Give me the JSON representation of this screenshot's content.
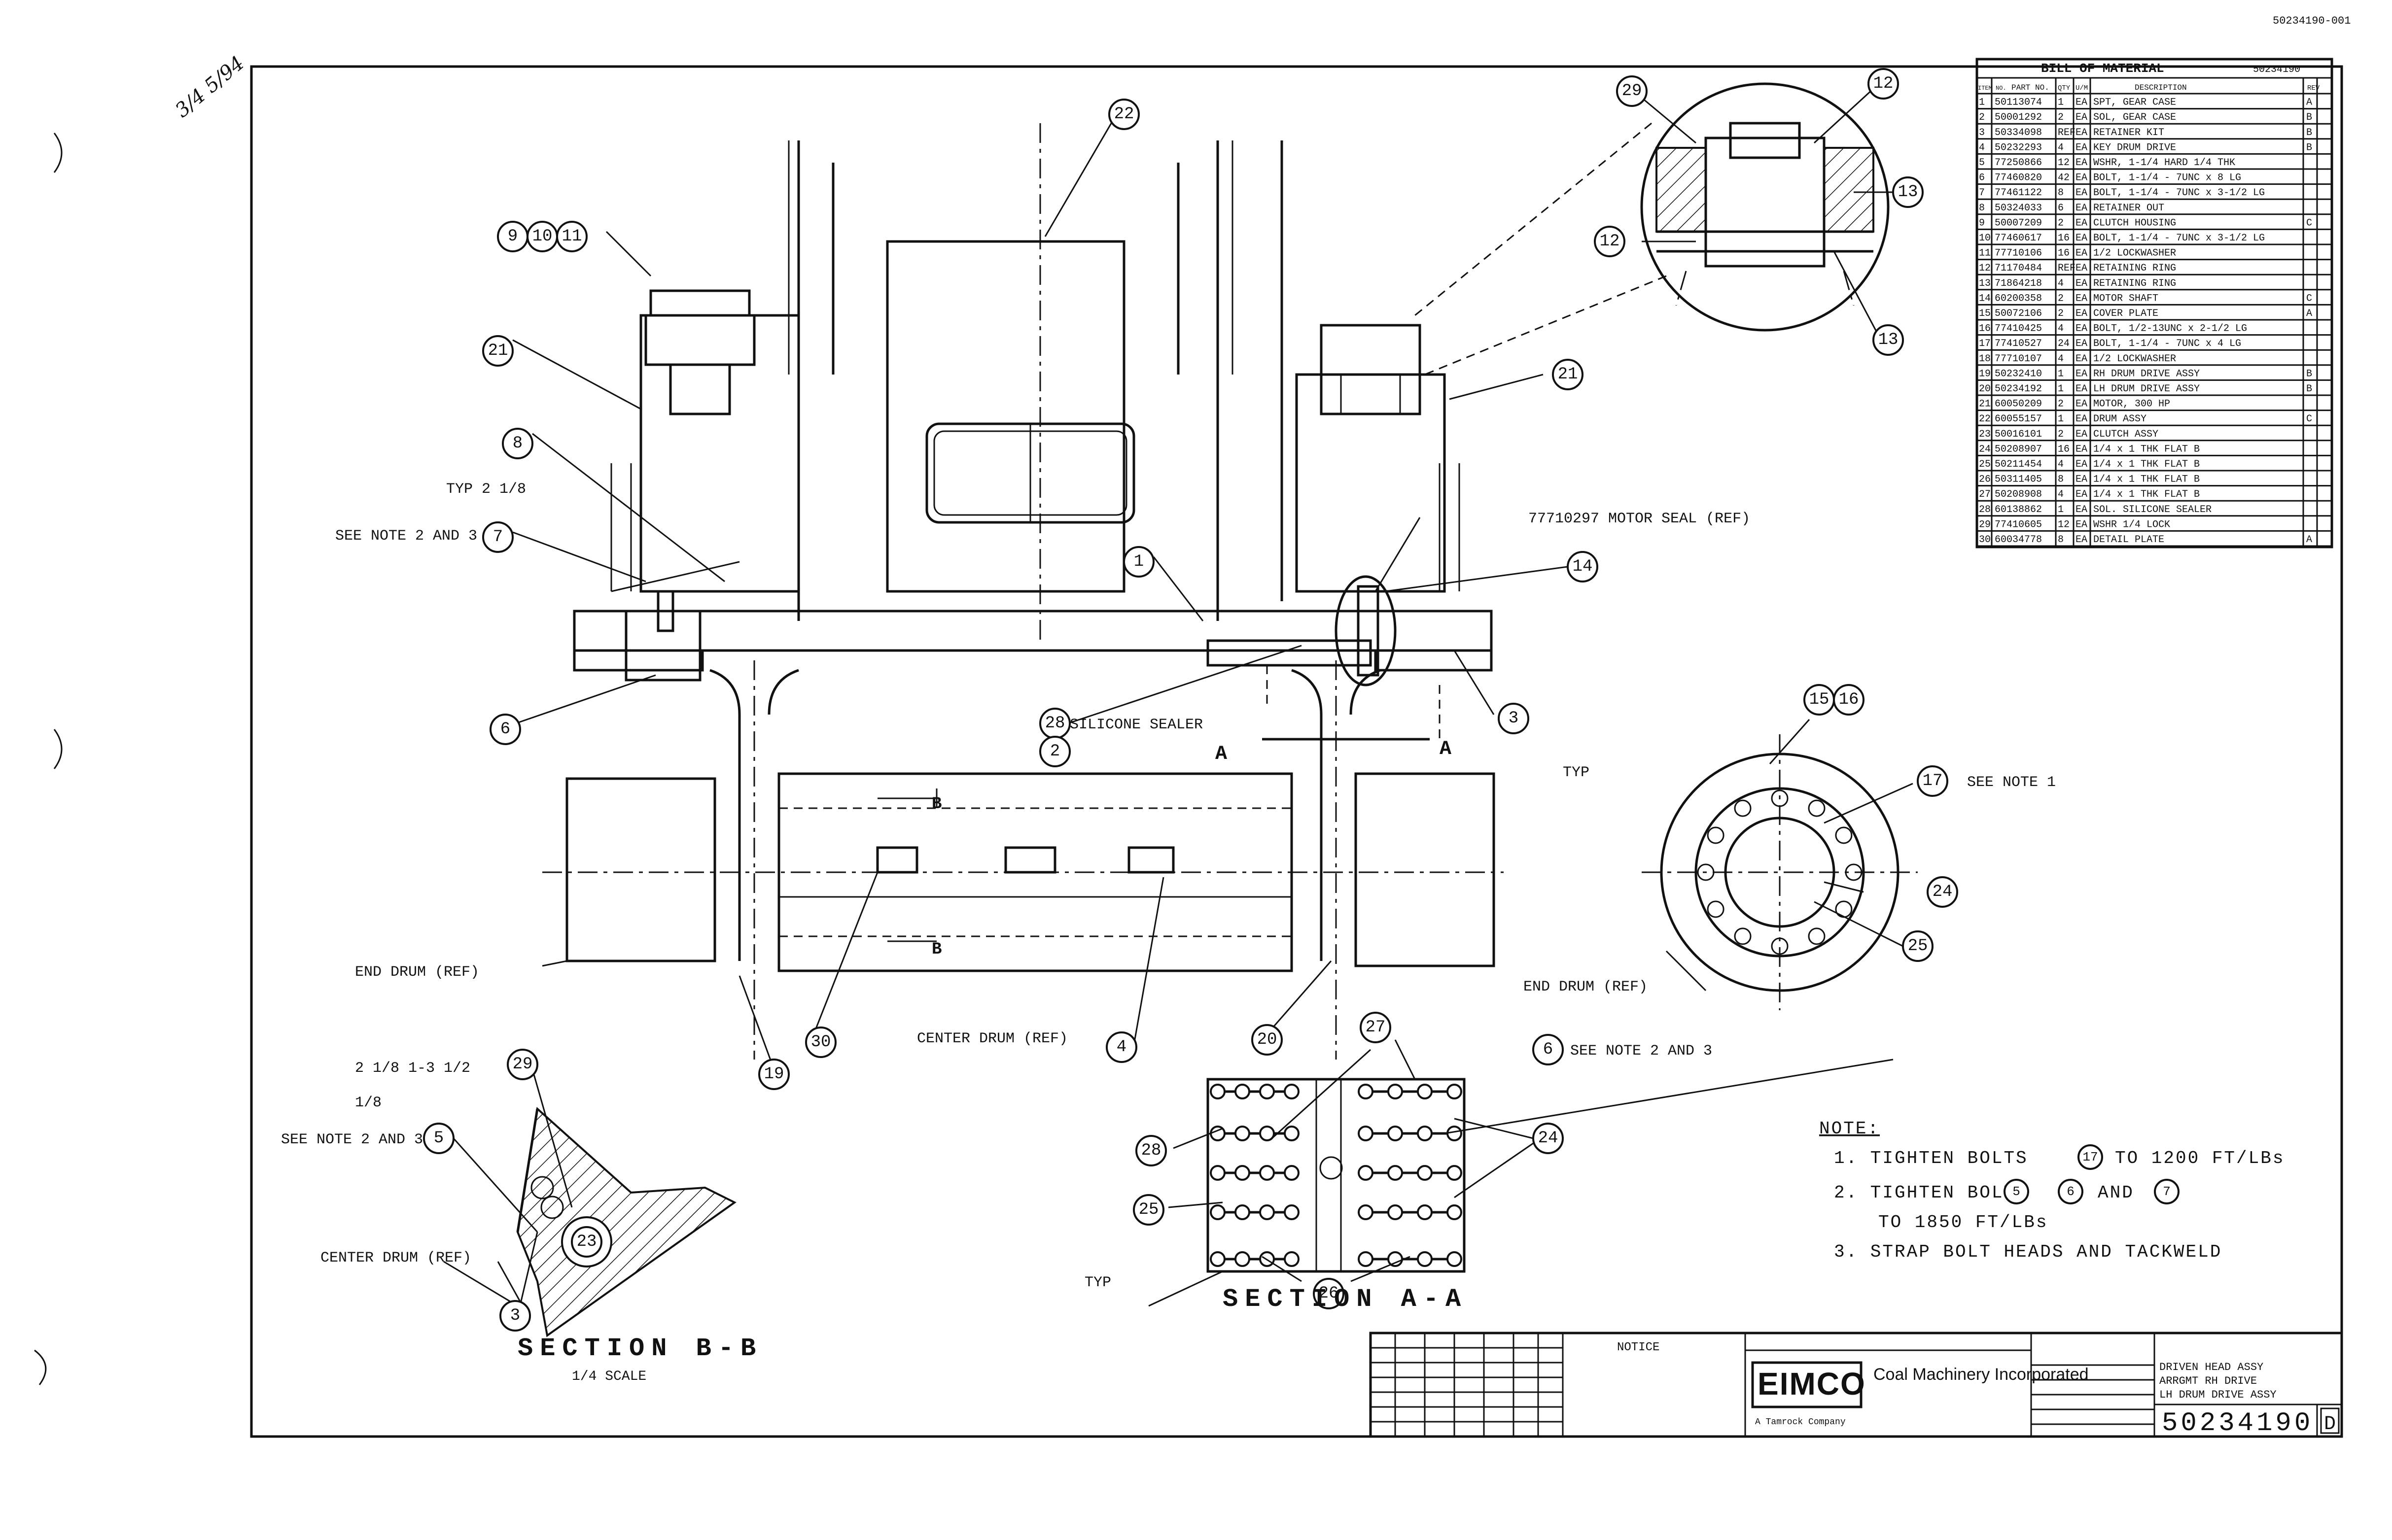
{
  "sheet": {
    "corner_id": "50234190-001",
    "handwritten_note": "3/4 5/94"
  },
  "bom": {
    "title": "BILL OF MATERIAL",
    "header_right": "50234190",
    "columns": [
      "ITEM NO.",
      "PART NO.",
      "QTY",
      "U/M",
      "DESCRIPTION",
      "REV"
    ],
    "rows": [
      {
        "item": "1",
        "part": "50113074",
        "qty": "1",
        "um": "EA",
        "desc": "SPT, GEAR CASE",
        "rev": "A"
      },
      {
        "item": "2",
        "part": "50001292",
        "qty": "2",
        "um": "EA",
        "desc": "SOL, GEAR CASE",
        "rev": "B"
      },
      {
        "item": "3",
        "part": "50334098",
        "qty": "REF",
        "um": "EA",
        "desc": "RETAINER KIT",
        "rev": "B"
      },
      {
        "item": "4",
        "part": "50232293",
        "qty": "4",
        "um": "EA",
        "desc": "KEY DRUM DRIVE",
        "rev": "B"
      },
      {
        "item": "5",
        "part": "77250866",
        "qty": "12",
        "um": "EA",
        "desc": "WSHR, 1-1/4 HARD 1/4 THK",
        "rev": ""
      },
      {
        "item": "6",
        "part": "77460820",
        "qty": "42",
        "um": "EA",
        "desc": "BOLT, 1-1/4 - 7UNC x 8 LG",
        "rev": ""
      },
      {
        "item": "7",
        "part": "77461122",
        "qty": "8",
        "um": "EA",
        "desc": "BOLT, 1-1/4 - 7UNC x 3-1/2 LG",
        "rev": ""
      },
      {
        "item": "8",
        "part": "50324033",
        "qty": "6",
        "um": "EA",
        "desc": "RETAINER OUT",
        "rev": ""
      },
      {
        "item": "9",
        "part": "50007209",
        "qty": "2",
        "um": "EA",
        "desc": "CLUTCH HOUSING",
        "rev": "C"
      },
      {
        "item": "10",
        "part": "77460617",
        "qty": "16",
        "um": "EA",
        "desc": "BOLT, 1-1/4 - 7UNC x 3-1/2 LG",
        "rev": ""
      },
      {
        "item": "11",
        "part": "77710106",
        "qty": "16",
        "um": "EA",
        "desc": "1/2 LOCKWASHER",
        "rev": ""
      },
      {
        "item": "12",
        "part": "71170484",
        "qty": "REF",
        "um": "EA",
        "desc": "RETAINING RING",
        "rev": ""
      },
      {
        "item": "13",
        "part": "71864218",
        "qty": "4",
        "um": "EA",
        "desc": "RETAINING RING",
        "rev": ""
      },
      {
        "item": "14",
        "part": "60200358",
        "qty": "2",
        "um": "EA",
        "desc": "MOTOR SHAFT",
        "rev": "C"
      },
      {
        "item": "15",
        "part": "50072106",
        "qty": "2",
        "um": "EA",
        "desc": "COVER PLATE",
        "rev": "A"
      },
      {
        "item": "16",
        "part": "77410425",
        "qty": "4",
        "um": "EA",
        "desc": "BOLT, 1/2-13UNC x 2-1/2 LG",
        "rev": ""
      },
      {
        "item": "17",
        "part": "77410527",
        "qty": "24",
        "um": "EA",
        "desc": "BOLT, 1-1/4 - 7UNC x 4 LG",
        "rev": ""
      },
      {
        "item": "18",
        "part": "77710107",
        "qty": "4",
        "um": "EA",
        "desc": "1/2 LOCKWASHER",
        "rev": ""
      },
      {
        "item": "19",
        "part": "50232410",
        "qty": "1",
        "um": "EA",
        "desc": "RH DRUM DRIVE ASSY",
        "rev": "B"
      },
      {
        "item": "20",
        "part": "50234192",
        "qty": "1",
        "um": "EA",
        "desc": "LH DRUM DRIVE ASSY",
        "rev": "B"
      },
      {
        "item": "21",
        "part": "60050209",
        "qty": "2",
        "um": "EA",
        "desc": "MOTOR, 300 HP",
        "rev": ""
      },
      {
        "item": "22",
        "part": "60055157",
        "qty": "1",
        "um": "EA",
        "desc": "DRUM ASSY",
        "rev": "C"
      },
      {
        "item": "23",
        "part": "50016101",
        "qty": "2",
        "um": "EA",
        "desc": "CLUTCH ASSY",
        "rev": ""
      },
      {
        "item": "24",
        "part": "50208907",
        "qty": "16",
        "um": "EA",
        "desc": "1/4 x 1 THK FLAT B",
        "rev": ""
      },
      {
        "item": "25",
        "part": "50211454",
        "qty": "4",
        "um": "EA",
        "desc": "1/4 x 1 THK FLAT B",
        "rev": ""
      },
      {
        "item": "26",
        "part": "50311405",
        "qty": "8",
        "um": "EA",
        "desc": "1/4 x 1 THK FLAT B",
        "rev": ""
      },
      {
        "item": "27",
        "part": "50208908",
        "qty": "4",
        "um": "EA",
        "desc": "1/4 x 1 THK FLAT B",
        "rev": ""
      },
      {
        "item": "28",
        "part": "60138862",
        "qty": "1",
        "um": "EA",
        "desc": "SOL. SILICONE SEALER",
        "rev": ""
      },
      {
        "item": "29",
        "part": "77410605",
        "qty": "12",
        "um": "EA",
        "desc": "WSHR 1/4 LOCK",
        "rev": ""
      },
      {
        "item": "30",
        "part": "60034778",
        "qty": "8",
        "um": "EA",
        "desc": "DETAIL PLATE",
        "rev": "A"
      }
    ]
  },
  "labels": {
    "see_note_2_3": "SEE NOTE 2 AND 3",
    "see_note_1": "SEE NOTE 1",
    "typ_weld_top": "TYP 2 1/8",
    "typ": "TYP",
    "motor_seal": "77710297 MOTOR SEAL (REF)",
    "silicone_sealer": "SILICONE SEALER",
    "section_marker": "A",
    "section_b_marker": "B",
    "end_drum_left": "END DRUM (REF)",
    "center_drum": "CENTER DRUM (REF)",
    "end_drum_right": "END DRUM (REF)",
    "center_drum_b": "CENTER DRUM (REF)",
    "weld_b1": "2 1/8 1-3 1/2",
    "weld_b2": "1/8"
  },
  "balloons": {
    "b22": "22",
    "b9": "9",
    "b10": "10",
    "b11": "11",
    "b21l": "21",
    "b8": "8",
    "b7": "7",
    "b6": "6",
    "b1": "1",
    "b14": "14",
    "b3": "3",
    "b28": "28",
    "b2": "2",
    "b21r": "21",
    "b29d": "29",
    "b12d": "12",
    "b13d": "13",
    "b15": "15",
    "b16": "16",
    "b17": "17",
    "b24": "24",
    "b25": "25",
    "b30": "30",
    "b4": "4",
    "b19": "19",
    "b20": "20",
    "b27": "27",
    "b6a": "6",
    "b24a": "24",
    "b28a": "28",
    "b25a": "25",
    "b26": "26",
    "b29b": "29",
    "b5": "5",
    "b23": "23",
    "b3b": "3",
    "b12m": "12",
    "b13m": "13"
  },
  "notes": {
    "heading": "NOTE:",
    "n1": "1. TIGHTEN BOLTS",
    "n1_ref": "17",
    "n1_tail": "TO 1200 FT/LBs",
    "n2": "2. TIGHTEN BOLTS",
    "n2_ref1": "5",
    "n2_ref2": "6",
    "n2_and": "AND",
    "n2_ref3": "7",
    "n2b": "TO 1850 FT/LBs",
    "n3": "3. STRAP BOLT HEADS AND TACKWELD"
  },
  "sections": {
    "section_aa": "SECTION A-A",
    "section_bb": "SECTION B-B",
    "section_bb_scale": "1/4 SCALE"
  },
  "title_block": {
    "company_logo": "EIMCO",
    "company_name": "Coal Machinery Incorporated",
    "company_sub": "A Tamrock Company",
    "notice": "NOTICE",
    "drawing_no": "50234190",
    "rev": "D",
    "title_lines": [
      "DRIVEN HEAD ASSY",
      "ARRGMT RH DRIVE",
      "LH DRUM DRIVE ASSY"
    ]
  }
}
